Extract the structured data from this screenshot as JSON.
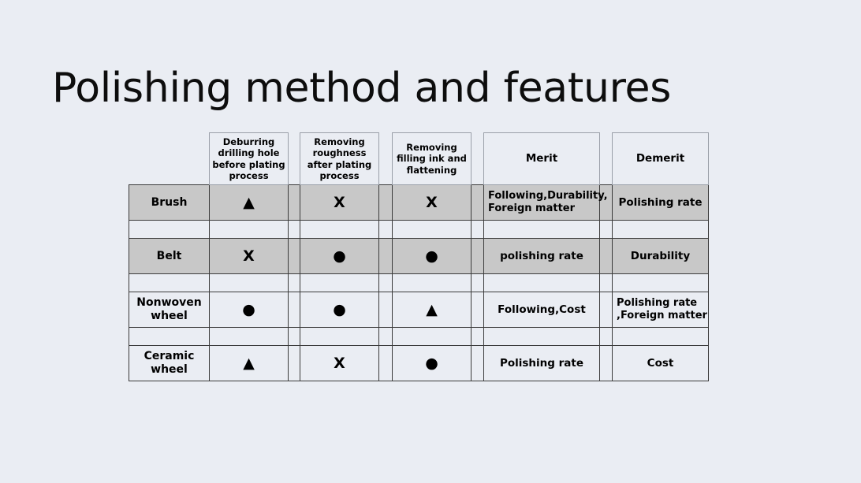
{
  "slide": {
    "title": "Polishing method and features",
    "background_color": "#eaedf3",
    "shaded_row_color": "#c8c8c8",
    "text_color": "#000000"
  },
  "table": {
    "corner_label": "",
    "headers": [
      {
        "id": "deburring",
        "label": "Deburring drilling hole before plating process"
      },
      {
        "id": "roughness",
        "label": "Removing roughness after plating process"
      },
      {
        "id": "filling-ink",
        "label": "Removing filling ink and flattening"
      },
      {
        "id": "merit",
        "label": "Merit"
      },
      {
        "id": "demerit",
        "label": "Demerit"
      }
    ],
    "rows": [
      {
        "id": "brush",
        "method": "Brush",
        "shaded": true,
        "deburring": "▲",
        "roughness": "X",
        "filling_ink": "X",
        "merit": "Following,Durability, Foreign matter",
        "demerit": "Polishing rate"
      },
      {
        "id": "belt",
        "method": "Belt",
        "shaded": true,
        "deburring": "X",
        "roughness": "●",
        "filling_ink": "●",
        "merit": "polishing rate",
        "demerit": "Durability"
      },
      {
        "id": "nonwoven-wheel",
        "method": "Nonwoven wheel",
        "shaded": false,
        "deburring": "●",
        "roughness": "●",
        "filling_ink": "▲",
        "merit": "Following,Cost",
        "demerit": "Polishing rate ,Foreign matter"
      },
      {
        "id": "ceramic-wheel",
        "method": "Ceramic wheel",
        "shaded": false,
        "deburring": "▲",
        "roughness": "X",
        "filling_ink": "●",
        "merit": "Polishing rate",
        "demerit": "Cost"
      }
    ]
  }
}
